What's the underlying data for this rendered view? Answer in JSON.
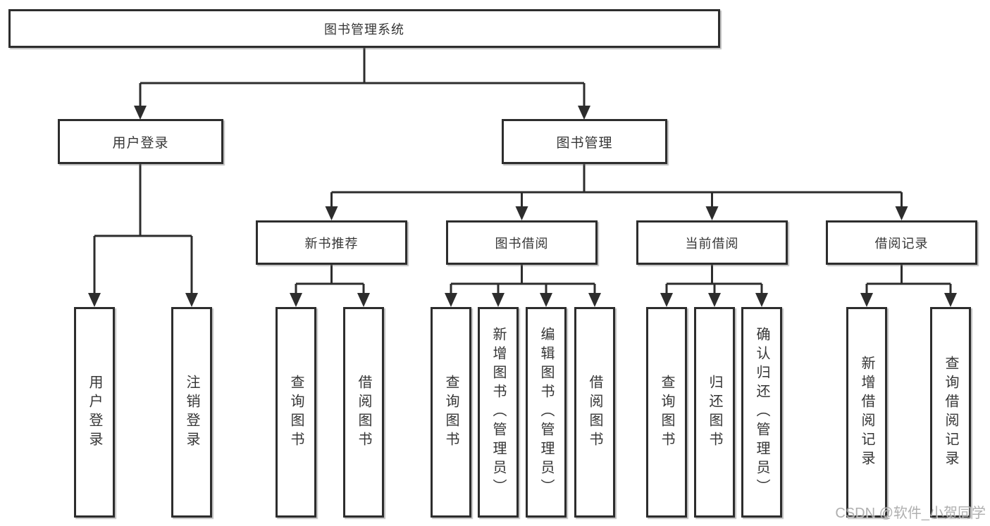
{
  "tree": {
    "label": "图书管理系统",
    "children": [
      {
        "label": "用户登录",
        "children": [
          {
            "label": "用户登录"
          },
          {
            "label": "注销登录"
          }
        ]
      },
      {
        "label": "图书管理",
        "children": [
          {
            "label": "新书推荐",
            "children": [
              {
                "label": "查询图书"
              },
              {
                "label": "借阅图书"
              }
            ]
          },
          {
            "label": "图书借阅",
            "children": [
              {
                "label": "查询图书"
              },
              {
                "label": "新增图书（管理员）"
              },
              {
                "label": "编辑图书（管理员）"
              },
              {
                "label": "借阅图书"
              }
            ]
          },
          {
            "label": "当前借阅",
            "children": [
              {
                "label": "查询图书"
              },
              {
                "label": "归还图书"
              },
              {
                "label": "确认归还（管理员）"
              }
            ]
          },
          {
            "label": "借阅记录",
            "children": [
              {
                "label": "新增借阅记录"
              },
              {
                "label": "查询借阅记录"
              }
            ]
          }
        ]
      }
    ]
  },
  "watermark": "CSDN @软件_小贺同学",
  "colors": {
    "line": "#2d2d2d",
    "box_border": "#2d2d2d",
    "text": "#363636",
    "background": "#ffffff",
    "watermark": "#9e9e9e"
  }
}
